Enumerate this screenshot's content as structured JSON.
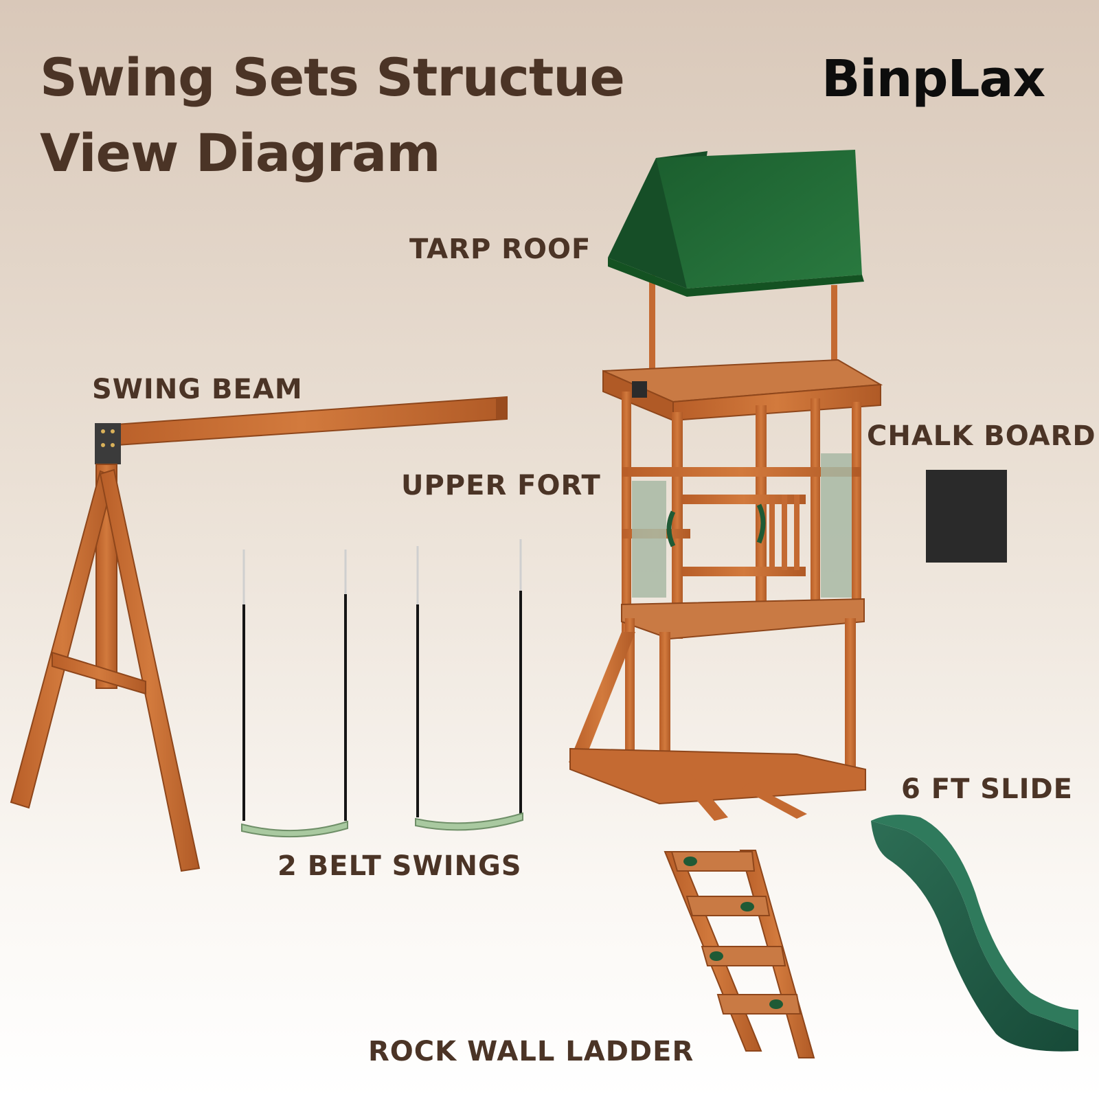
{
  "header": {
    "title_line1": "Swing Sets Structue",
    "title_line2": "View Diagram",
    "brand": "BinpLax"
  },
  "labels": {
    "tarp_roof": "TARP ROOF",
    "swing_beam": "SWING BEAM",
    "upper_fort": "UPPER FORT",
    "chalk_board": "CHALK BOARD",
    "slide": "6 FT SLIDE",
    "belt_swings": "2 BELT SWINGS",
    "rock_wall_ladder": "ROCK WALL LADDER"
  },
  "colors": {
    "title_text": "#4b3426",
    "label_text": "#4b3426",
    "brand_text": "#0d0d0d",
    "wood": "#c46a32",
    "wood_dark": "#9a4c1f",
    "tarp_green": "#1f6b35",
    "slide_green": "#1f5a45",
    "chalkboard": "#2a2a2a",
    "swing_seat": "#a9c9a0"
  }
}
